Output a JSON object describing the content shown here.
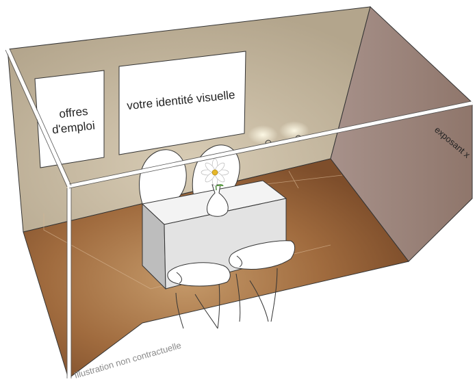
{
  "panels": {
    "jobs_line1": "offres",
    "jobs_line2": "d'emploi",
    "identity": "votre identité visuelle"
  },
  "exhibitor_label": "exposant x",
  "disclaimer": "Illustration non contractuelle",
  "colors": {
    "back_wall": "#b9ab93",
    "side_wall": "#9c8377",
    "floor": "#8c5a33",
    "frame": "#ffffff"
  }
}
